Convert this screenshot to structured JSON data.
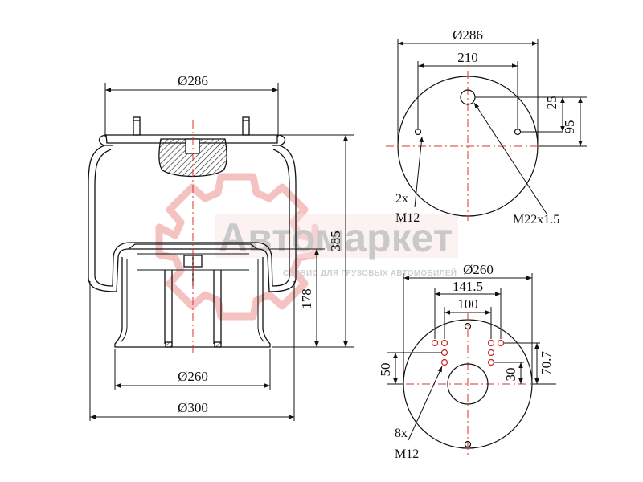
{
  "watermark": {
    "brand": "Автомаркет",
    "tagline": "СЕРВИС ДЛЯ ГРУЗОВЫХ АВТОМОБИЛЕЙ",
    "gear_color": "#f2b8b8",
    "text_color": "#c8c8c8"
  },
  "colors": {
    "line": "#111111",
    "centerline": "#e03030",
    "background": "#ffffff"
  },
  "side_view": {
    "dim_top_diameter": "Ø286",
    "dim_height": "385",
    "dim_piston_height": "178",
    "dim_piston_diameter": "Ø260",
    "dim_base_diameter": "Ø300"
  },
  "top_plate_view": {
    "dim_diameter": "Ø286",
    "dim_stud_spacing": "210",
    "dim_offset_small": "25",
    "dim_offset_large": "95",
    "callout_studs_count": "2x",
    "callout_studs_thread": "M12",
    "callout_port": "M22x1.5"
  },
  "bottom_plate_view": {
    "dim_diameter": "Ø260",
    "dim_outer_spacing": "141.5",
    "dim_inner_spacing": "100",
    "dim_left_vertical": "50",
    "dim_right_inner": "30",
    "dim_right_outer": "70.7",
    "callout_holes_count": "8x",
    "callout_holes_thread": "M12"
  }
}
